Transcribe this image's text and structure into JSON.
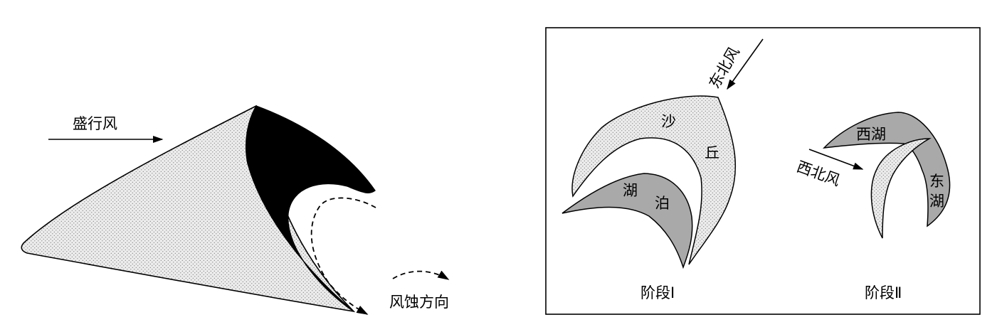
{
  "left_figure": {
    "prevailing_wind_label": "盛行风",
    "erosion_direction_label": "风蚀方向"
  },
  "right_figure": {
    "northeast_wind_label": "东北风",
    "northwest_wind_label": "西北风",
    "stage1": {
      "dune_char_1": "沙",
      "dune_char_2": "丘",
      "lake_char_1": "湖",
      "lake_char_2": "泊",
      "label": "阶段Ⅰ"
    },
    "stage2": {
      "west_lake_label": "西湖",
      "east_lake_char_1": "东",
      "east_lake_char_2": "湖",
      "label": "阶段Ⅱ"
    }
  },
  "colors": {
    "dune_fill": "#ebebeb",
    "lake_fill": "#a9a9a9",
    "eroded_face": "#000000"
  }
}
